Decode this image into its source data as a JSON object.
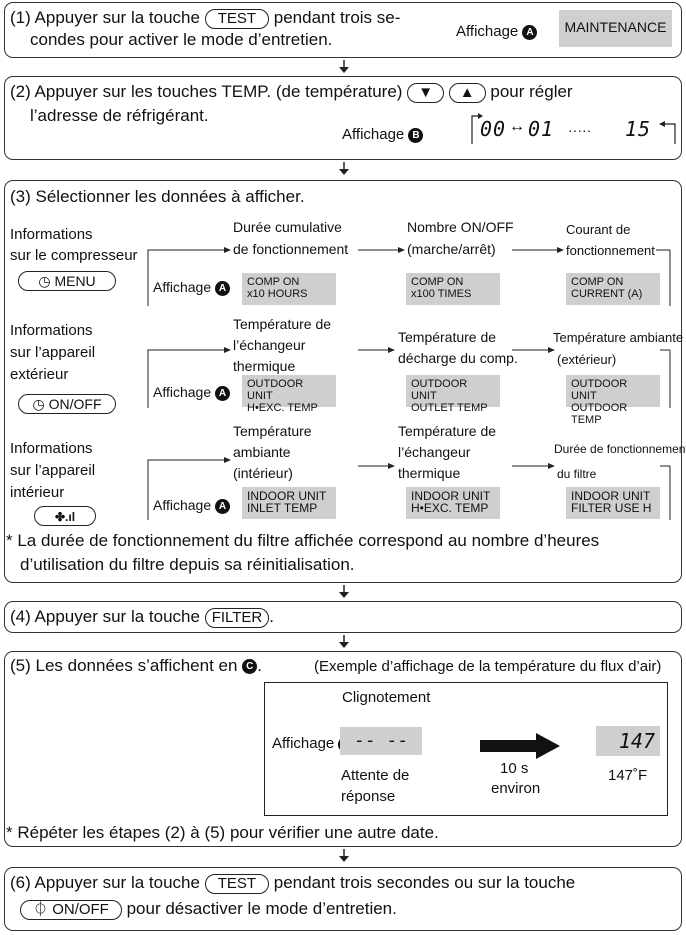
{
  "step1": {
    "text_line1": "(1) Appuyer sur la touche",
    "button": "TEST",
    "text_line1b": "pendant trois se-",
    "text_line2": "condes pour activer le mode d’entretien.",
    "display_label": "Affichage",
    "display_marker": "A",
    "lcd": "MAINTENANCE"
  },
  "step2": {
    "text_line1": "(2) Appuyer sur les touches TEMP. (de température)",
    "text_line1b": "pour régler",
    "text_line2": "l’adresse de réfrigérant.",
    "display_label": "Affichage",
    "display_marker": "B",
    "addr_first": "00",
    "addr_second": "01",
    "addr_dots": "·····",
    "addr_last": "15"
  },
  "step3": {
    "title": "(3) Sélectionner les données à afficher.",
    "display_label": "Affichage",
    "display_marker": "A",
    "compressor": {
      "label1": "Informations",
      "label2": "sur le compresseur",
      "button": "MENU",
      "items": [
        {
          "caption1": "Durée cumulative",
          "caption2": "de fonctionnement",
          "lcd1": "COMP ON",
          "lcd2": "x10 HOURS"
        },
        {
          "caption1": "Nombre ON/OFF",
          "caption2": "(marche/arrêt)",
          "lcd1": "COMP ON",
          "lcd2": "x100 TIMES"
        },
        {
          "caption1": "Courant de",
          "caption2": "fonctionnement",
          "lcd1": "COMP ON",
          "lcd2": "CURRENT (A)"
        }
      ]
    },
    "outdoor": {
      "label1": "Informations",
      "label2": "sur l’appareil",
      "label3": "extérieur",
      "button": "ON/OFF",
      "items": [
        {
          "caption1": "Température de",
          "caption2": "l’échangeur",
          "caption3": "thermique",
          "lcd1": "OUTDOOR UNIT",
          "lcd2": "H•EXC. TEMP"
        },
        {
          "caption1": "Température de",
          "caption2": "décharge du comp.",
          "lcd1": "OUTDOOR UNIT",
          "lcd2": "OUTLET TEMP"
        },
        {
          "caption1": "Température ambiante",
          "caption2": "(extérieur)",
          "lcd1": "OUTDOOR UNIT",
          "lcd2": "OUTDOOR TEMP"
        }
      ]
    },
    "indoor": {
      "label1": "Informations",
      "label2": "sur l’appareil",
      "label3": "intérieur",
      "items": [
        {
          "caption1": "Température",
          "caption2": "ambiante",
          "caption3": "(intérieur)",
          "lcd1": "INDOOR UNIT",
          "lcd2": "INLET TEMP"
        },
        {
          "caption1": "Température de",
          "caption2": "l’échangeur",
          "caption3": "thermique",
          "lcd1": "INDOOR UNIT",
          "lcd2": "H•EXC. TEMP"
        },
        {
          "caption1": "Durée de fonctionnement",
          "caption2": "du filtre",
          "lcd1": "INDOOR UNIT",
          "lcd2": "FILTER USE H"
        }
      ]
    },
    "note1": "* La durée de fonctionnement du filtre affichée correspond au nombre d’heures",
    "note2": "d’utilisation du filtre depuis sa réinitialisation."
  },
  "step4": {
    "text": "(4) Appuyer sur la touche",
    "button": "FILTER",
    "end": "."
  },
  "step5": {
    "text": "(5) Les données s’affichent en",
    "marker": "C",
    "end": ".",
    "example": "(Exemple d’affichage de la température du flux d’air)",
    "blink_label": "Clignotement",
    "display_label": "Affichage",
    "blink_segments": "-- --",
    "wait1": "Attente de",
    "wait2": "réponse",
    "time1": "10 s",
    "time2": "environ",
    "result_lcd": "147",
    "result_unit": "147˚F",
    "note": "* Répéter les étapes (2) à (5) pour vérifier une autre date."
  },
  "step6": {
    "text_line1": "(6) Appuyer sur la touche",
    "button": "TEST",
    "text_line1b": "pendant trois secondes ou sur la touche",
    "button2": "ON/OFF",
    "text_line2": "pour désactiver le mode d’entretien."
  }
}
